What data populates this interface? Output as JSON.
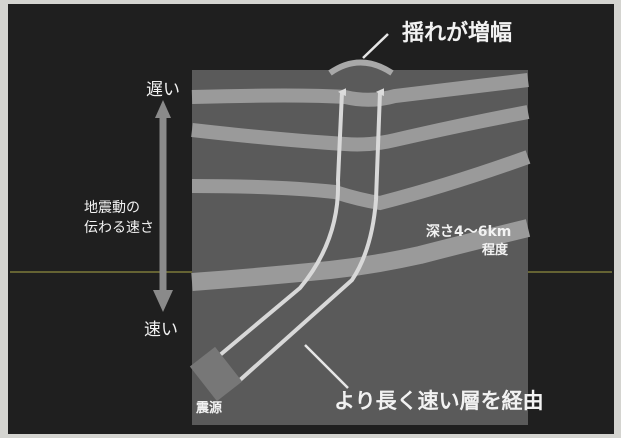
{
  "diagram": {
    "title": "揺れが増幅",
    "speed_axis": {
      "top_label": "遅い",
      "middle_label_line1": "地震動の",
      "middle_label_line2": "伝わる速さ",
      "bottom_label": "速い"
    },
    "depth_label_line1": "深さ4～6km",
    "depth_label_line2": "程度",
    "source_label": "震源",
    "path_label": "より長く速い層を経由"
  },
  "colors": {
    "frame_background": "#1f1f1f",
    "block_fill": "#5b5b5b",
    "layer_band": "#9a9a9a",
    "ray": "#d6d6d6",
    "text": "#f2f2f2"
  }
}
